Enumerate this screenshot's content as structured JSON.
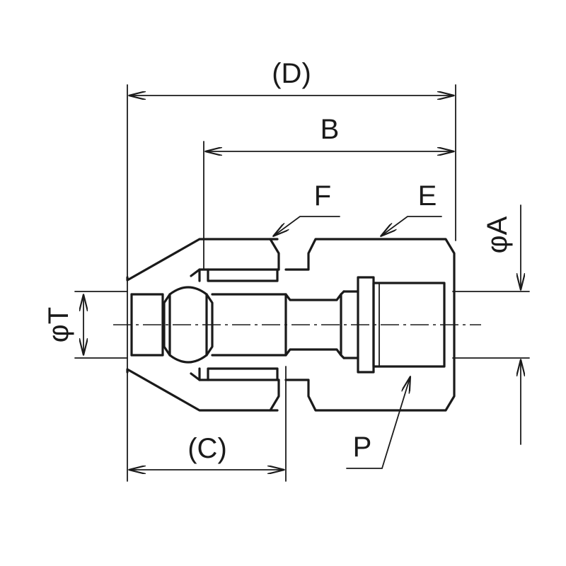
{
  "labels": {
    "D": "(D)",
    "B": "B",
    "C": "(C)",
    "F": "F",
    "E": "E",
    "P": "P",
    "phiT": "φT",
    "phiA": "φA"
  },
  "colors": {
    "line": "#1a1a1a",
    "background": "#ffffff"
  }
}
